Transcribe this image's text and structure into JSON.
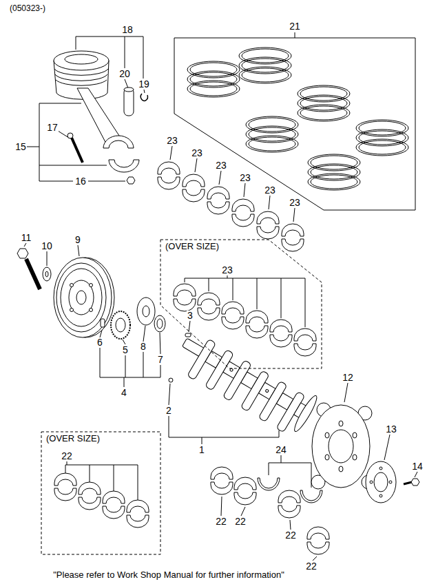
{
  "diagram": {
    "nodes": [
      {
        "text": [
          "(OVER SIZE)"
        ]
      },
      {
        "text": [
          "(OVER SIZE)"
        ]
      }
    ],
    "labels": [
      "(050323-)",
      "18",
      "21",
      "20",
      "19",
      "17",
      "15",
      "16",
      "23",
      "23",
      "23",
      "23",
      "23",
      "23",
      "11",
      "10",
      "9",
      "23",
      "3",
      "6",
      "5",
      "8",
      "7",
      "4",
      "2",
      "12",
      "1",
      "22",
      "24",
      "13",
      "14",
      "22",
      "22",
      "22",
      "22",
      "\"Please refer to Work Shop Manual for further information\""
    ]
  }
}
